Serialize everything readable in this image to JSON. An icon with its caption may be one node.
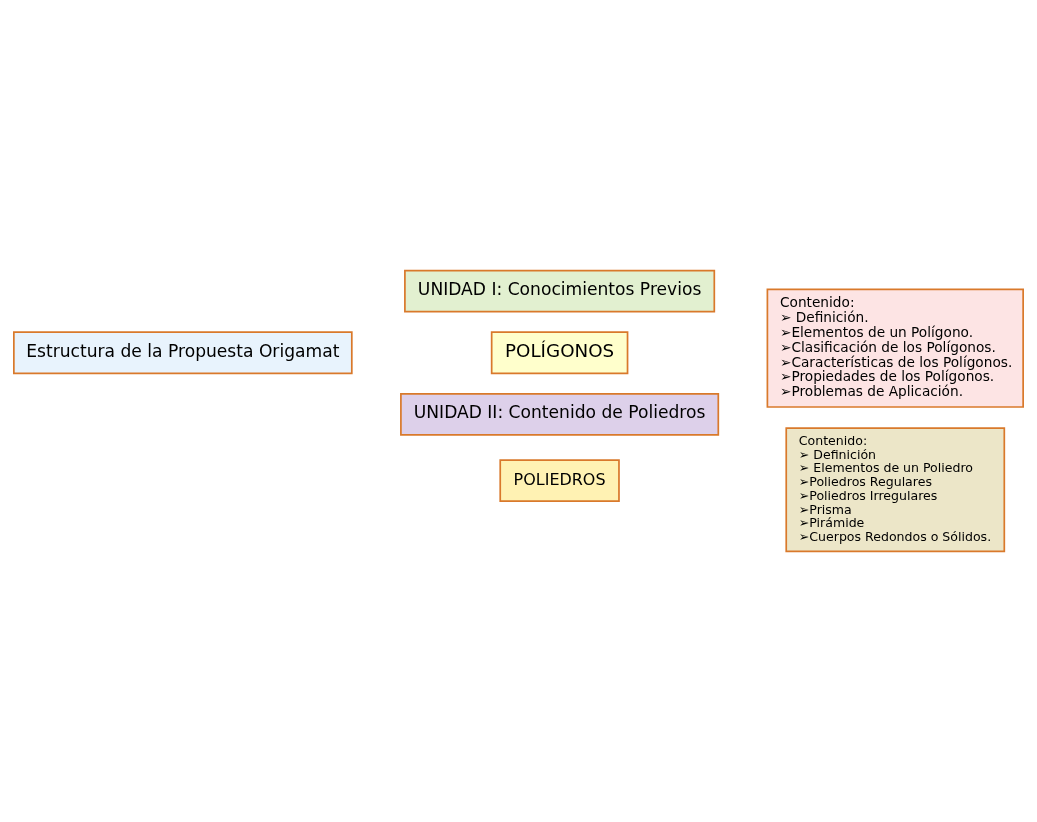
{
  "diagram": {
    "nodes": [
      {
        "text": [
          "Estructura de la Propuesta Origamat"
        ]
      },
      {
        "text": [
          "UNIDAD I: Conocimientos Previos"
        ]
      },
      {
        "text": [
          "POLÍGONOS"
        ]
      },
      {
        "text": [
          "Contenido:",
          "➢ Definición.",
          "➢Elementos de un Polígono.",
          "➢Clasificación de los Polígonos.",
          "➢Características de los Polígonos.",
          "➢Propiedades de los Polígonos.",
          "➢Problemas de Aplicación."
        ]
      },
      {
        "text": [
          "UNIDAD II: Contenido de Poliedros"
        ]
      },
      {
        "text": [
          "POLIEDROS"
        ]
      },
      {
        "text": [
          "Contenido:",
          "➢ Definición",
          "➢ Elementos de un Poliedro",
          "➢Poliedros Regulares",
          "➢Poliedros Irregulares",
          "➢Prisma",
          "➢Pirámide",
          "➢Cuerpos Redondos o Sólidos."
        ]
      }
    ]
  }
}
